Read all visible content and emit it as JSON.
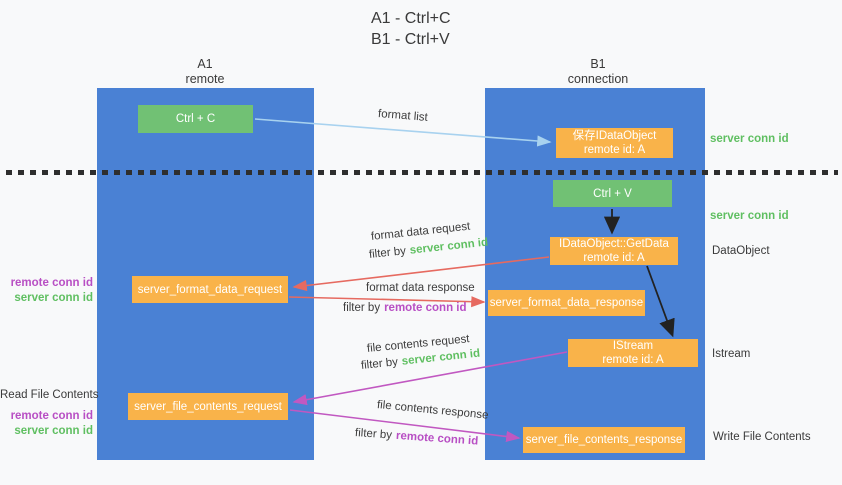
{
  "title": {
    "line1": "A1 - Ctrl+C",
    "line2": "B1 - Ctrl+V"
  },
  "lanes": {
    "left": {
      "name": "A1",
      "role": "remote"
    },
    "right": {
      "name": "B1",
      "role": "connection"
    }
  },
  "nodes": {
    "ctrl_c": "Ctrl + C",
    "ctrl_v": "Ctrl + V",
    "save_idataobject": {
      "line1": "保存IDataObject",
      "line2": "remote id: A"
    },
    "getdata": {
      "line1": "IDataObject::GetData",
      "line2": "remote id: A"
    },
    "istream": {
      "line1": "IStream",
      "line2": "remote id: A"
    },
    "format_request": "server_format_data_request",
    "format_response": "server_format_data_response",
    "file_request": "server_file_contents_request",
    "file_response": "server_file_contents_response"
  },
  "edge_labels": {
    "format_list": "format list",
    "format_data_request": "format data request",
    "format_data_response": "format data response",
    "file_contents_request": "file contents request",
    "file_contents_response": "file contents response",
    "filter_by": "filter by"
  },
  "terms": {
    "server_conn_id": "server conn id",
    "remote_conn_id": "remote conn id"
  },
  "side_labels": {
    "dataobject": "DataObject",
    "istream": "Istream",
    "read_file_contents": "Read File Contents",
    "write_file_contents": "Write File Contents"
  },
  "colors": {
    "lane_blue": "#4a81d4",
    "box_green": "#71c174",
    "box_orange": "#f9b34a",
    "arrow_blue": "#a8d2ef",
    "arrow_red": "#e66a60",
    "arrow_magenta": "#c158c1",
    "arrow_black": "#222222",
    "text_green": "#5fbf61",
    "text_purple": "#b84fc4"
  }
}
